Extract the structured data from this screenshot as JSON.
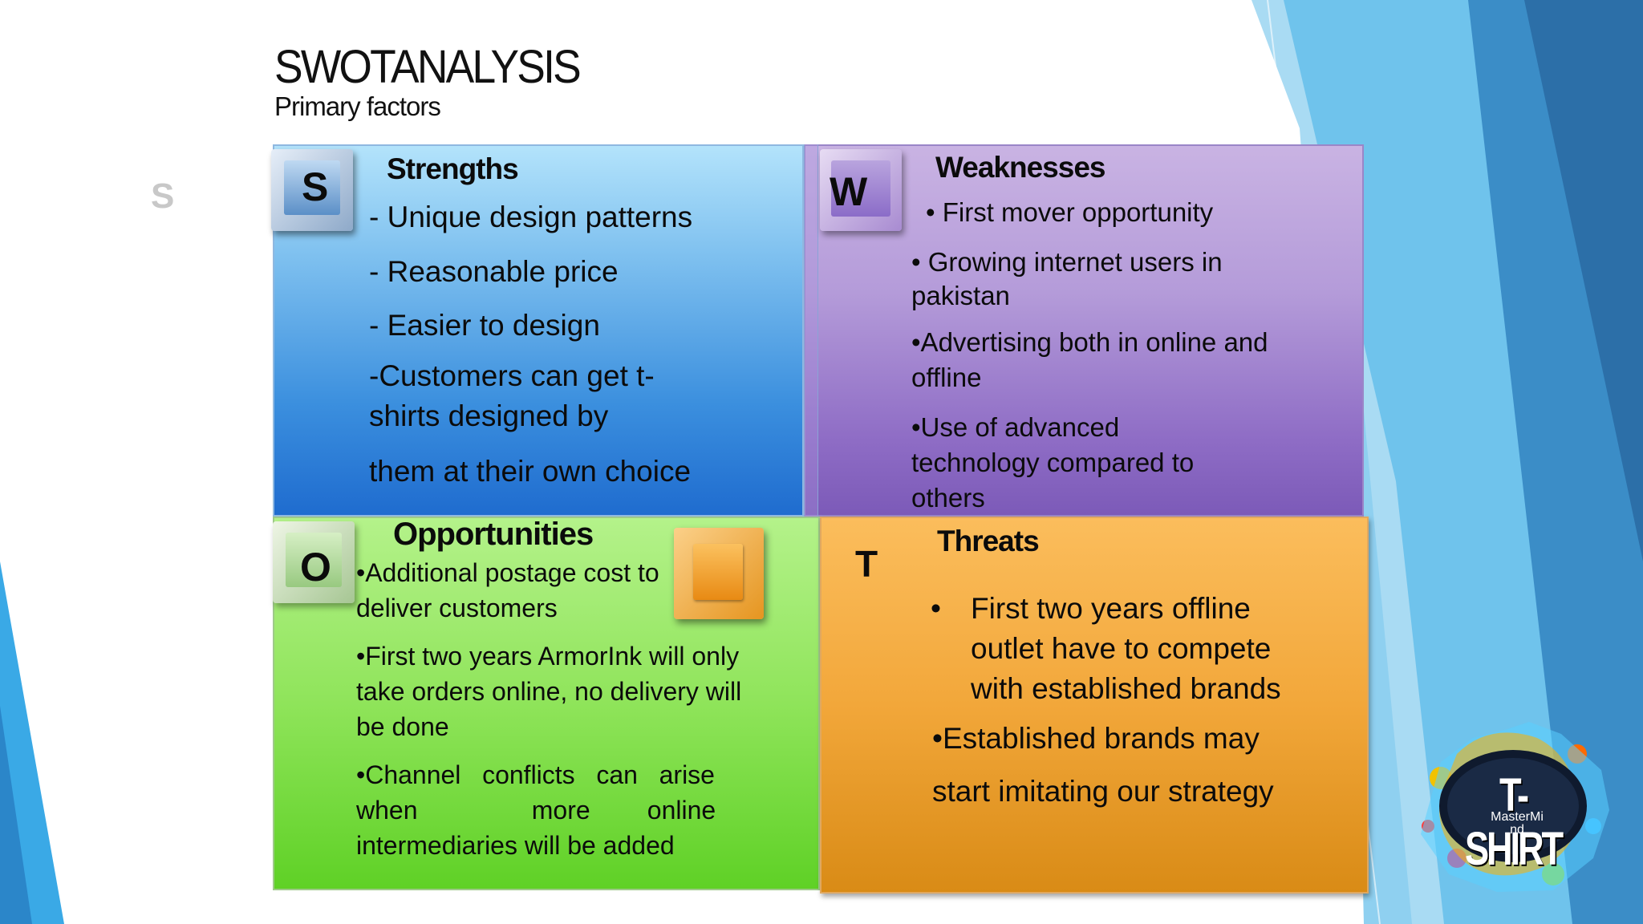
{
  "slide": {
    "title": "SWOTANALYSIS",
    "subtitle": "Primary factors",
    "side_mark": "S"
  },
  "strengths": {
    "letter": "S",
    "title": "Strengths",
    "items": [
      "- Unique design patterns",
      "- Reasonable price",
      "- Easier to design",
      "-Customers can get t-",
      "shirts  designed by",
      "them at their own choice"
    ]
  },
  "weaknesses": {
    "letter": "W",
    "title": "Weaknesses",
    "items": [
      "•  First mover opportunity",
      "•  Growing internet users in",
      "pakistan",
      "•Advertising both in online and",
      "offline",
      "•Use of advanced",
      "technology  compared to",
      "others"
    ]
  },
  "opportunities": {
    "letter": "O",
    "title": "Opportunities",
    "items": [
      "•Additional postage cost to",
      "deliver  customers",
      "•First two years ArmorInk will only",
      "take orders online, no delivery will",
      "be  done",
      "•Channel   conflicts   can   arise",
      "when                more        online",
      "intermediaries will be  added"
    ]
  },
  "threats": {
    "letter": "T",
    "title": "Threats",
    "items": [
      "•",
      "First two years offline",
      "outlet  have to compete",
      "with  established brands",
      "•Established brands may",
      "start  imitating our strategy"
    ]
  },
  "logo": {
    "word": "T-SHIRT",
    "tag_line1": "MasterMi",
    "tag_line2": "nd"
  }
}
